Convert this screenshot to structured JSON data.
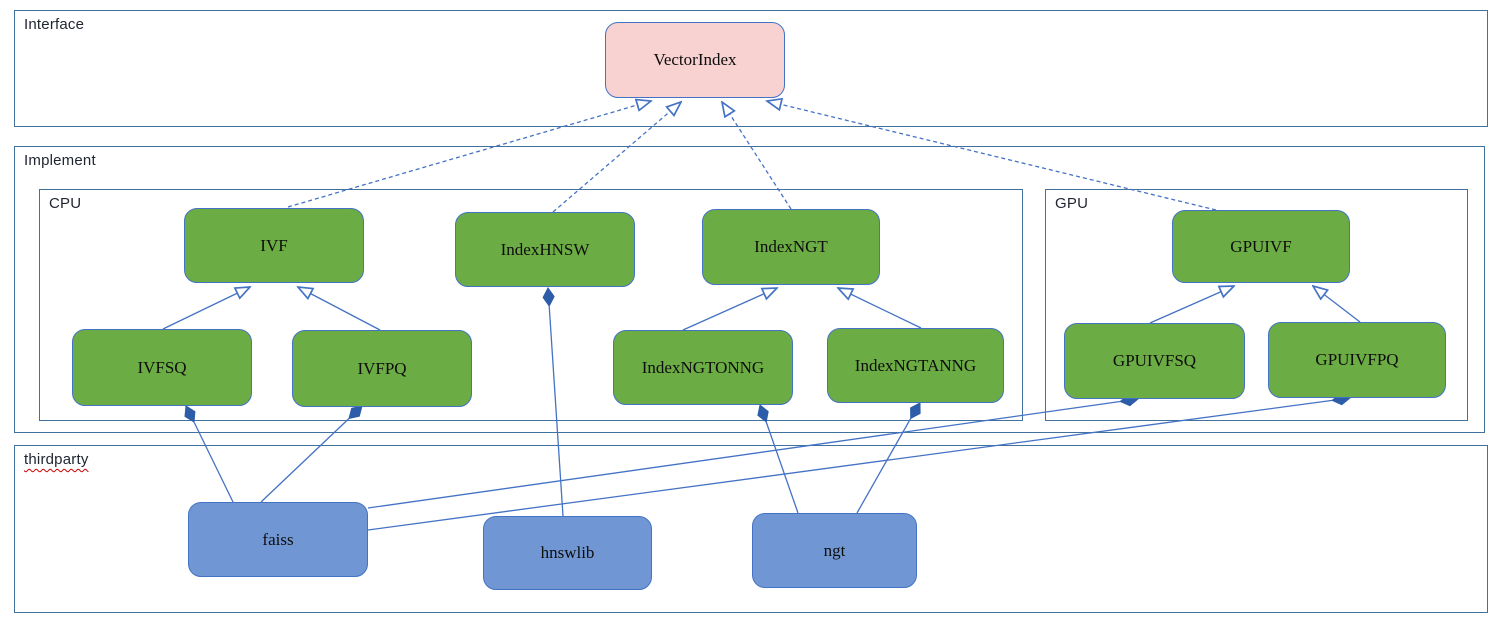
{
  "diagram": {
    "containers": {
      "interface": {
        "label": "Interface"
      },
      "implement": {
        "label": "Implement"
      },
      "cpu": {
        "label": "CPU"
      },
      "gpu": {
        "label": "GPU"
      },
      "thirdparty": {
        "label": "thirdparty"
      }
    },
    "nodes": {
      "vectorindex": {
        "label": "VectorIndex",
        "group": "interface"
      },
      "ivf": {
        "label": "IVF",
        "group": "cpu"
      },
      "indexhnsw": {
        "label": "IndexHNSW",
        "group": "cpu"
      },
      "indexngt": {
        "label": "IndexNGT",
        "group": "cpu"
      },
      "ivfsq": {
        "label": "IVFSQ",
        "group": "cpu"
      },
      "ivfpq": {
        "label": "IVFPQ",
        "group": "cpu"
      },
      "indexngtonng": {
        "label": "IndexNGTONNG",
        "group": "cpu"
      },
      "indexngtanng": {
        "label": "IndexNGTANNG",
        "group": "cpu"
      },
      "gpuivf": {
        "label": "GPUIVF",
        "group": "gpu"
      },
      "gpuivfsq": {
        "label": "GPUIVFSQ",
        "group": "gpu"
      },
      "gpuivfpq": {
        "label": "GPUIVFPQ",
        "group": "gpu"
      },
      "faiss": {
        "label": "faiss",
        "group": "thirdparty"
      },
      "hnswlib": {
        "label": "hnswlib",
        "group": "thirdparty"
      },
      "ngt": {
        "label": "ngt",
        "group": "thirdparty"
      }
    },
    "edges": [
      {
        "from": "IVF",
        "to": "VectorIndex",
        "type": "realization"
      },
      {
        "from": "IndexHNSW",
        "to": "VectorIndex",
        "type": "realization"
      },
      {
        "from": "IndexNGT",
        "to": "VectorIndex",
        "type": "realization"
      },
      {
        "from": "GPUIVF",
        "to": "VectorIndex",
        "type": "realization"
      },
      {
        "from": "IVFSQ",
        "to": "IVF",
        "type": "inheritance"
      },
      {
        "from": "IVFPQ",
        "to": "IVF",
        "type": "inheritance"
      },
      {
        "from": "IndexNGTONNG",
        "to": "IndexNGT",
        "type": "inheritance"
      },
      {
        "from": "IndexNGTANNG",
        "to": "IndexNGT",
        "type": "inheritance"
      },
      {
        "from": "GPUIVFSQ",
        "to": "GPUIVF",
        "type": "inheritance"
      },
      {
        "from": "GPUIVFPQ",
        "to": "GPUIVF",
        "type": "inheritance"
      },
      {
        "from": "faiss",
        "to": "IVFSQ",
        "type": "composition"
      },
      {
        "from": "faiss",
        "to": "IVFPQ",
        "type": "composition"
      },
      {
        "from": "faiss",
        "to": "GPUIVFSQ",
        "type": "composition"
      },
      {
        "from": "faiss",
        "to": "GPUIVFPQ",
        "type": "composition"
      },
      {
        "from": "hnswlib",
        "to": "IndexHNSW",
        "type": "composition"
      },
      {
        "from": "ngt",
        "to": "IndexNGTONNG",
        "type": "composition"
      },
      {
        "from": "ngt",
        "to": "IndexNGTANNG",
        "type": "composition"
      }
    ],
    "colors": {
      "interface_node_fill": "#f8d2d0",
      "implement_node_fill": "#6cac44",
      "thirdparty_node_fill": "#7097d3",
      "node_border": "#4472c4",
      "container_border": "#41719c",
      "connector": "#4472c4",
      "composition_diamond": "#2d5da8",
      "spellcheck_underline": "#cc0000"
    }
  }
}
